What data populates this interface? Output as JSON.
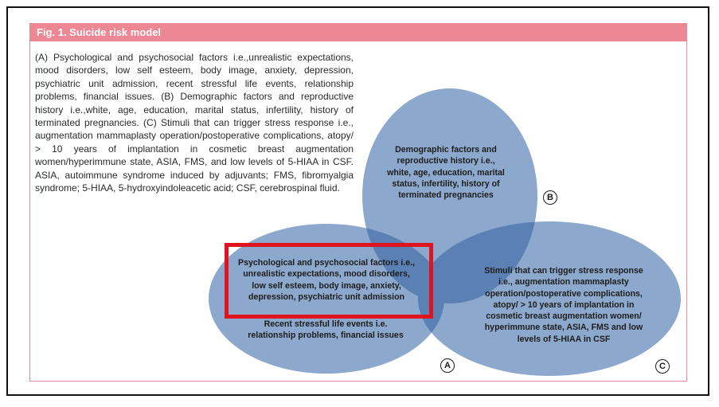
{
  "figure": {
    "header": "Fig. 1. Suicide risk model",
    "caption": "(A) Psychological and psychosocial factors i.e.,unrealistic expectations, mood disorders, low self esteem, body image, anxiety, depression, psychiatric unit admission, recent stressful life events, relationship problems, financial issues. (B) Demographic factors and reproductive history i.e.,white, age, education, marital status, infertility, history of terminated pregnancies. (C) Stimuli that can trigger stress response i.e., augmentation mammaplasty operation/postoperative complications, atopy/ > 10 years of implantation in cosmetic breast augmentation women/hyperimmune state, ASIA, FMS, and low levels of 5-HIAA in CSF. ASIA, autoimmune syndrome induced by adjuvants; FMS, fibromyalgia syndrome; 5-HIAA, 5-hydroxyindoleacetic acid; CSF, cerebrospinal fluid."
  },
  "circles": {
    "a": {
      "label": "A",
      "text_upper": "Psychological and psychosocial factors i.e., unrealistic expectations, mood disorders, low self esteem, body image, anxiety, depression, psychiatric unit admission",
      "text_lower": "Recent stressful life events i.e. relationship problems, financial issues"
    },
    "b": {
      "label": "B",
      "text": "Demographic factors and reproductive history i.e., white, age, education, marital status, infertility, history of terminated pregnancies"
    },
    "c": {
      "label": "C",
      "text": "Stimuli that can trigger stress response i.e., augmentation mammaplasty operation/postoperative complications, atopy/ > 10 years of implantation in cosmetic breast augmentation women/ hyperimmune state, ASIA, FMS and low levels of 5-HIAA in CSF"
    }
  },
  "colors": {
    "header_bg": "#ee8794",
    "circle_fill": "#7f9fc6",
    "overlap_fill": "#5b80b3",
    "highlight_border": "#e0141e"
  }
}
